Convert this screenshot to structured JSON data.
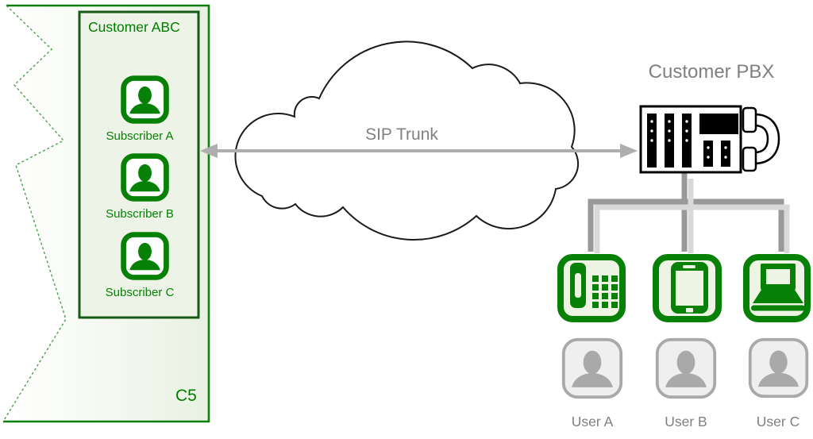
{
  "diagram": {
    "customer_zone": {
      "title": "Customer ABC",
      "subscribers": [
        "Subscriber A",
        "Subscriber B",
        "Subscriber C"
      ],
      "code": "C5"
    },
    "network": {
      "label": "SIP Trunk"
    },
    "pbx": {
      "title": "Customer PBX"
    },
    "users": [
      "User A",
      "User B",
      "User C"
    ],
    "colors": {
      "green": "#068106",
      "dark_green_border": "#175917",
      "zone_border_green": "#0b7e0b",
      "light_green_fill": "#eaf2e2",
      "icon_fill_light": "#eef4e4",
      "text_green": "#007c00",
      "text_gray": "#808080",
      "cloud_outline": "#1a1a1a",
      "arrow_gray": "#aeaeae",
      "connector_gray": "#999999",
      "connector_shadow": "#d9d9d9",
      "user_icon_gray": "#a9a9a9",
      "user_icon_fill": "#efefef"
    }
  }
}
